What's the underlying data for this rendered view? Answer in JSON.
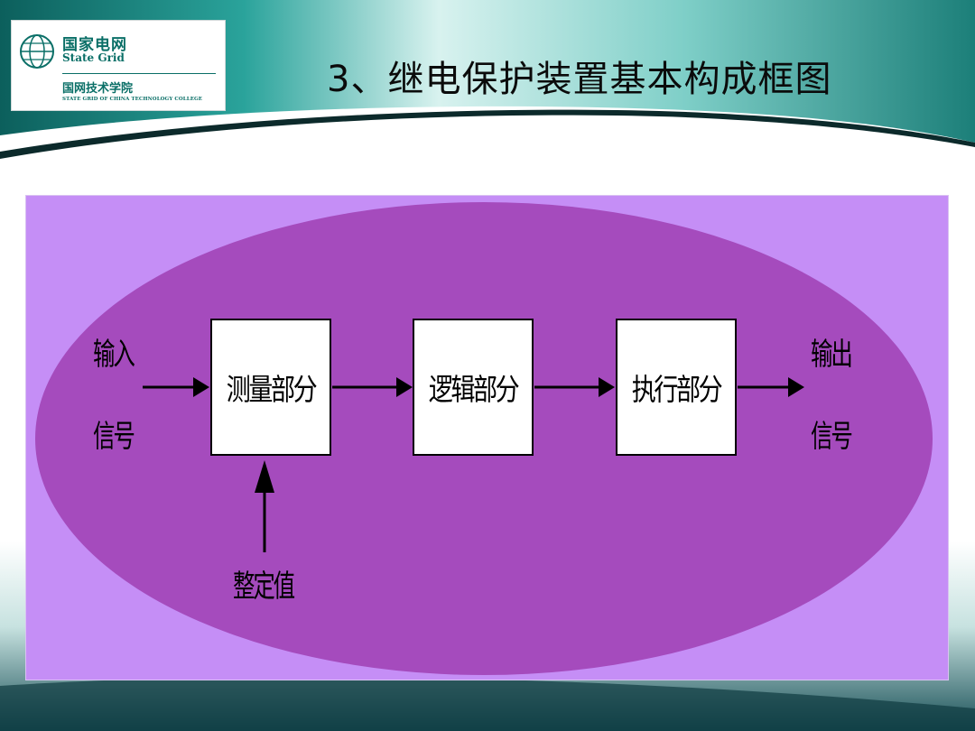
{
  "slide": {
    "title": "3、继电保护装置基本构成框图"
  },
  "logo": {
    "name_cn": "国家电网",
    "name_en": "State Grid",
    "college_cn": "国网技术学院",
    "college_en": "STATE GRID OF CHINA TECHNOLOGY COLLEGE"
  },
  "diagram": {
    "input_top": "输入",
    "input_bottom": "信号",
    "blocks": [
      "测量部分",
      "逻辑部分",
      "执行部分"
    ],
    "output_top": "输出",
    "output_bottom": "信号",
    "setting": "整定值"
  },
  "colors": {
    "panel": "#c58ef6",
    "ellipse": "#a54bbd",
    "header_teal": "#1f8f8a",
    "logo_text": "#0a6f67"
  }
}
